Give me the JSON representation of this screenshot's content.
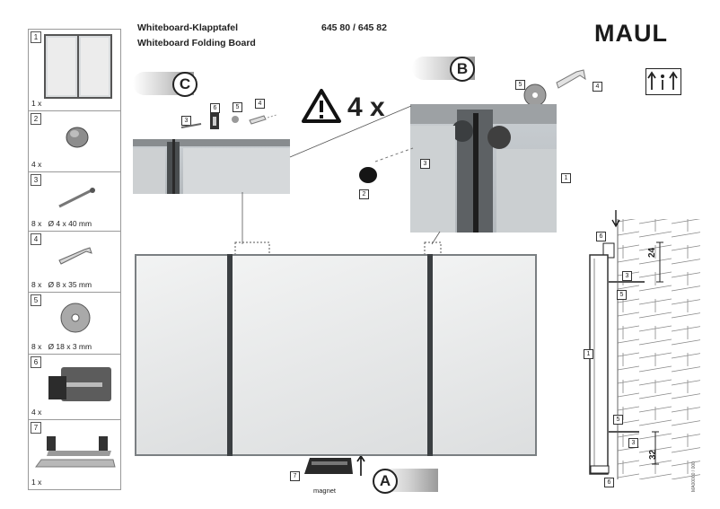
{
  "header": {
    "title_de": "Whiteboard-Klapptafel",
    "title_en": "Whiteboard Folding Board",
    "article_numbers": "645 80 / 645 82",
    "brand": "MAUL"
  },
  "parts": [
    {
      "num": "1",
      "qty": "1 x",
      "spec": "",
      "icon": "board-icon"
    },
    {
      "num": "2",
      "qty": "4 x",
      "spec": "",
      "icon": "cap-icon"
    },
    {
      "num": "3",
      "qty": "8 x",
      "spec": "Ø 4 x 40 mm",
      "icon": "screw-icon"
    },
    {
      "num": "4",
      "qty": "8 x",
      "spec": "Ø 8 x 35 mm",
      "icon": "wall-plug-icon"
    },
    {
      "num": "5",
      "qty": "8 x",
      "spec": "Ø 18 x 3 mm",
      "icon": "washer-icon"
    },
    {
      "num": "6",
      "qty": "4 x",
      "spec": "",
      "icon": "bracket-icon"
    },
    {
      "num": "7",
      "qty": "1 x",
      "spec": "",
      "icon": "tray-icon"
    }
  ],
  "steps": {
    "a": "A",
    "b": "B",
    "c": "C"
  },
  "warning": {
    "count": "4 x"
  },
  "labels": {
    "magnet": "magnet",
    "n1": "1",
    "n2": "2",
    "n3": "3",
    "n4": "4",
    "n5": "5",
    "n6": "6",
    "n7": "7"
  },
  "dimensions": {
    "top": "24",
    "bottom": "32"
  },
  "doc_code": "MA00000 / 000",
  "colors": {
    "frame": "#7a7f82",
    "board": "#eeefef",
    "ink": "#222222"
  }
}
